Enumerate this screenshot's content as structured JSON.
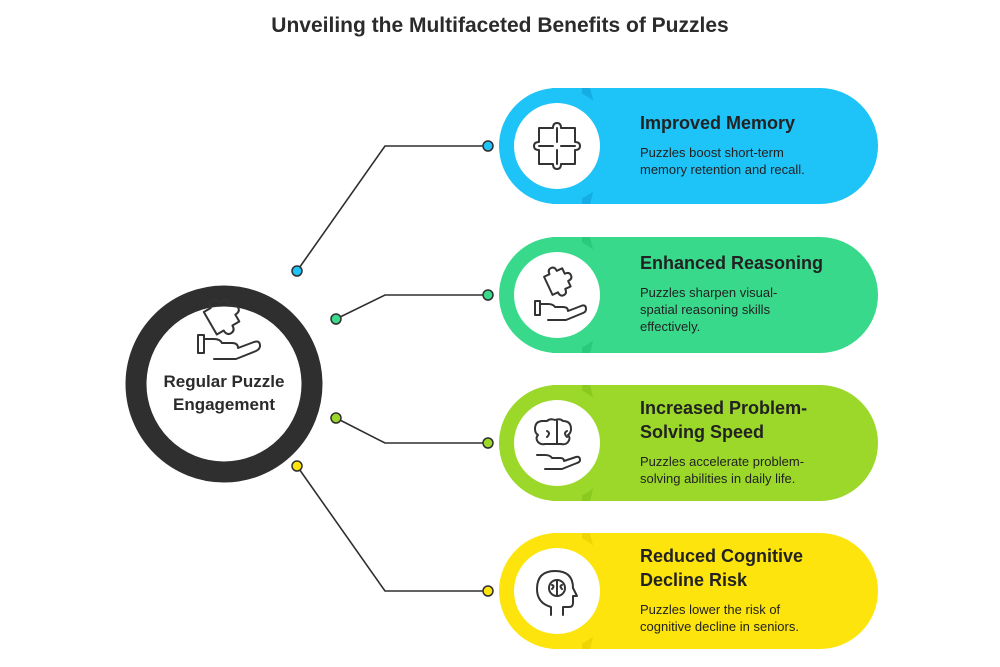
{
  "title": "Unveiling the Multifaceted Benefits of Puzzles",
  "hub": {
    "label_line1": "Regular Puzzle",
    "label_line2": "Engagement",
    "icon": "hand-puzzle-icon"
  },
  "colors": {
    "hub_ring": "#2f2f2f",
    "line": "#2f2f2f",
    "text": "#222222"
  },
  "benefits": [
    {
      "title_lines": [
        "Improved Memory"
      ],
      "desc_lines": [
        "Puzzles boost short-term",
        "memory retention and recall."
      ],
      "color": "#1ec3f7",
      "color_dark": "#0f9fd6",
      "icon": "puzzle-pieces-icon"
    },
    {
      "title_lines": [
        "Enhanced Reasoning"
      ],
      "desc_lines": [
        "Puzzles sharpen visual-",
        "spatial reasoning skills",
        "effectively."
      ],
      "color": "#39d98c",
      "color_dark": "#1fbf6f",
      "icon": "hand-puzzle-icon"
    },
    {
      "title_lines": [
        "Increased Problem-",
        "Solving Speed"
      ],
      "desc_lines": [
        "Puzzles accelerate problem-",
        "solving abilities in daily life."
      ],
      "color": "#9bd82a",
      "color_dark": "#7ec015",
      "icon": "hand-brain-icon"
    },
    {
      "title_lines": [
        "Reduced Cognitive",
        "Decline Risk"
      ],
      "desc_lines": [
        "Puzzles lower the risk of",
        "cognitive decline in seniors."
      ],
      "color": "#fde40d",
      "color_dark": "#e8cc00",
      "icon": "head-brain-icon"
    }
  ]
}
